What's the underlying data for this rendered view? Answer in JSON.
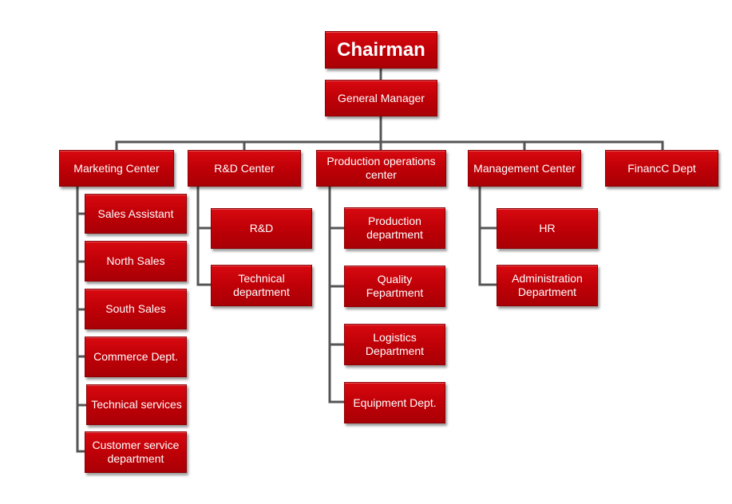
{
  "chart": {
    "chairman": "Chairman",
    "general_manager": "General Manager",
    "centers": {
      "marketing": {
        "label": "Marketing Center",
        "children": [
          "Sales Assistant",
          "North Sales",
          "South Sales",
          "Commerce Dept.",
          "Technical services",
          "Customer service department"
        ]
      },
      "rnd": {
        "label": "R&D Center",
        "children": [
          "R&D",
          "Technical department"
        ]
      },
      "production": {
        "label": "Production operations center",
        "children": [
          "Production department",
          "Quality Fepartment",
          "Logistics Department",
          "Equipment Dept."
        ]
      },
      "management": {
        "label": "Management Center",
        "children": [
          "HR",
          "Administration Department"
        ]
      },
      "finance": {
        "label": "FinancC Dept",
        "children": []
      }
    }
  },
  "colors": {
    "box_fill": "#c00007",
    "box_text": "#ffffff",
    "connector": "#555555"
  }
}
